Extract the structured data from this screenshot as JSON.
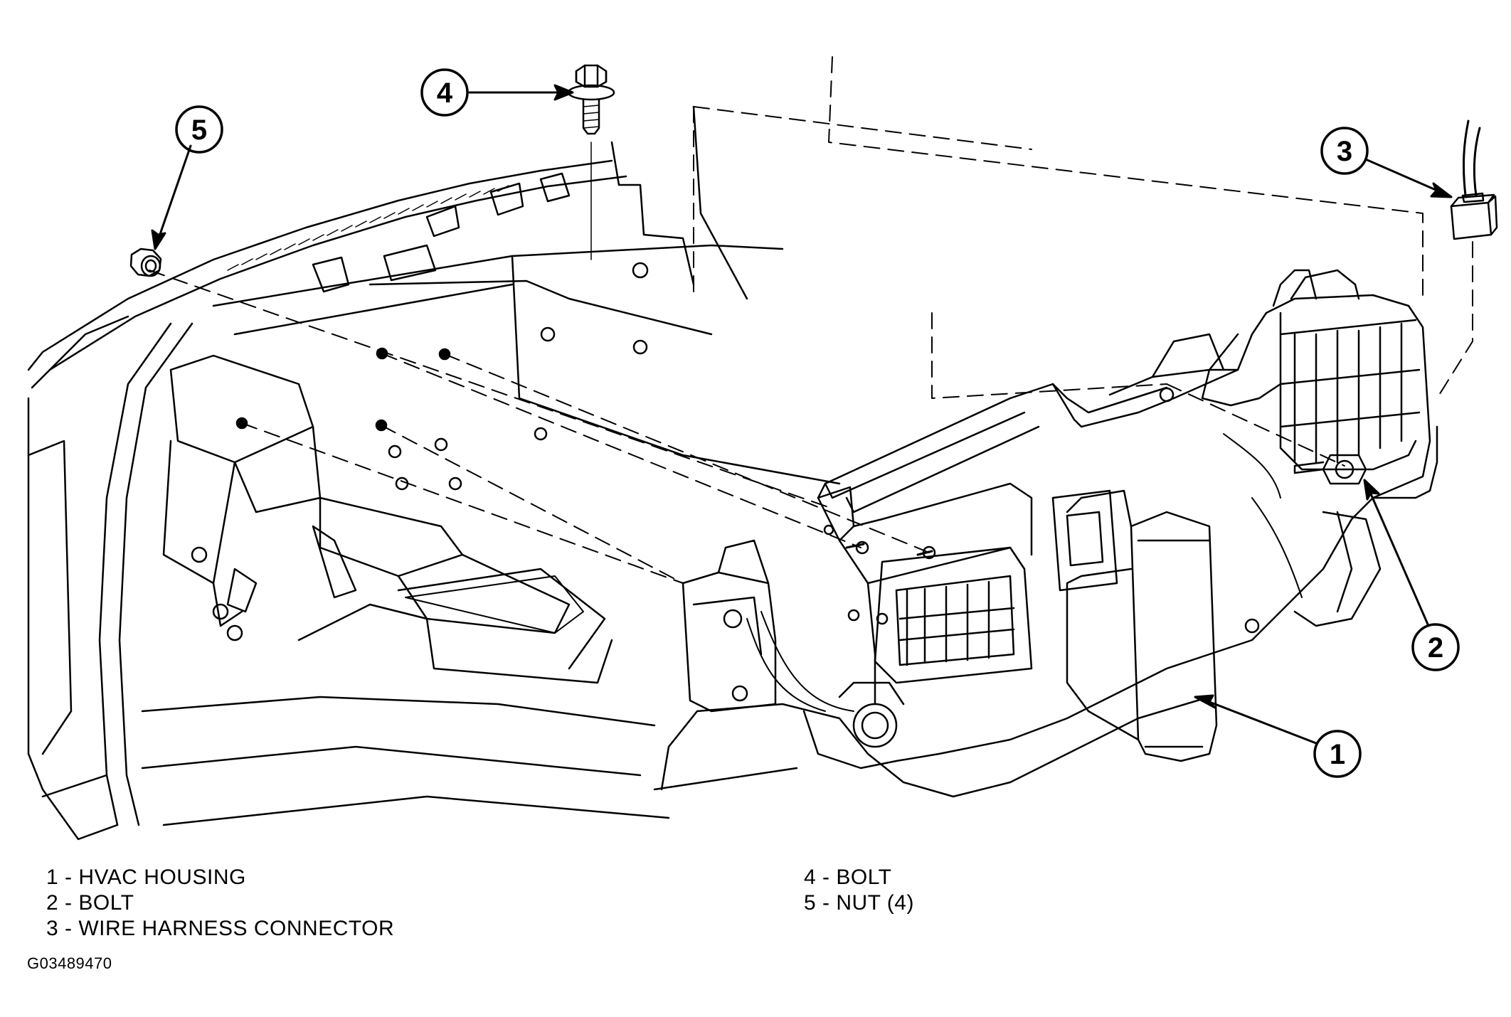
{
  "callouts": [
    {
      "number": "1",
      "label": "HVAC HOUSING"
    },
    {
      "number": "2",
      "label": "BOLT"
    },
    {
      "number": "3",
      "label": "WIRE HARNESS CONNECTOR"
    },
    {
      "number": "4",
      "label": "BOLT"
    },
    {
      "number": "5",
      "label": "NUT (4)"
    }
  ],
  "legend": {
    "left": [
      "1 - HVAC HOUSING",
      "2 - BOLT",
      "3 - WIRE HARNESS CONNECTOR"
    ],
    "right": [
      "4 - BOLT",
      "5 - NUT (4)"
    ]
  },
  "figure_code": "G03489470",
  "colors": {
    "line": "#000000",
    "background": "#ffffff"
  }
}
